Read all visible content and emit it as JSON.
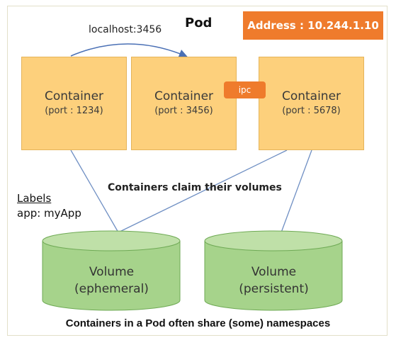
{
  "pod": {
    "title": "Pod",
    "address": "Address : 10.244.1.10"
  },
  "link": {
    "localhost_label": "localhost:3456",
    "ipc_label": "ipc"
  },
  "containers": [
    {
      "name": "Container",
      "port": "(port : 1234)"
    },
    {
      "name": "Container",
      "port": "(port : 3456)"
    },
    {
      "name": "Container",
      "port": "(port : 5678)"
    }
  ],
  "claim_text": "Containers claim their volumes",
  "labels": {
    "title": "Labels",
    "value": "app: myApp"
  },
  "volumes": [
    {
      "name": "Volume",
      "kind": "(ephemeral)"
    },
    {
      "name": "Volume",
      "kind": "(persistent)"
    }
  ],
  "caption": "Containers in a Pod often share (some) namespaces",
  "colors": {
    "container_fill": "#fdd07c",
    "accent_orange": "#ef7b2c",
    "volume_fill": "#a6d38b",
    "line_blue": "#6f8fc3"
  }
}
